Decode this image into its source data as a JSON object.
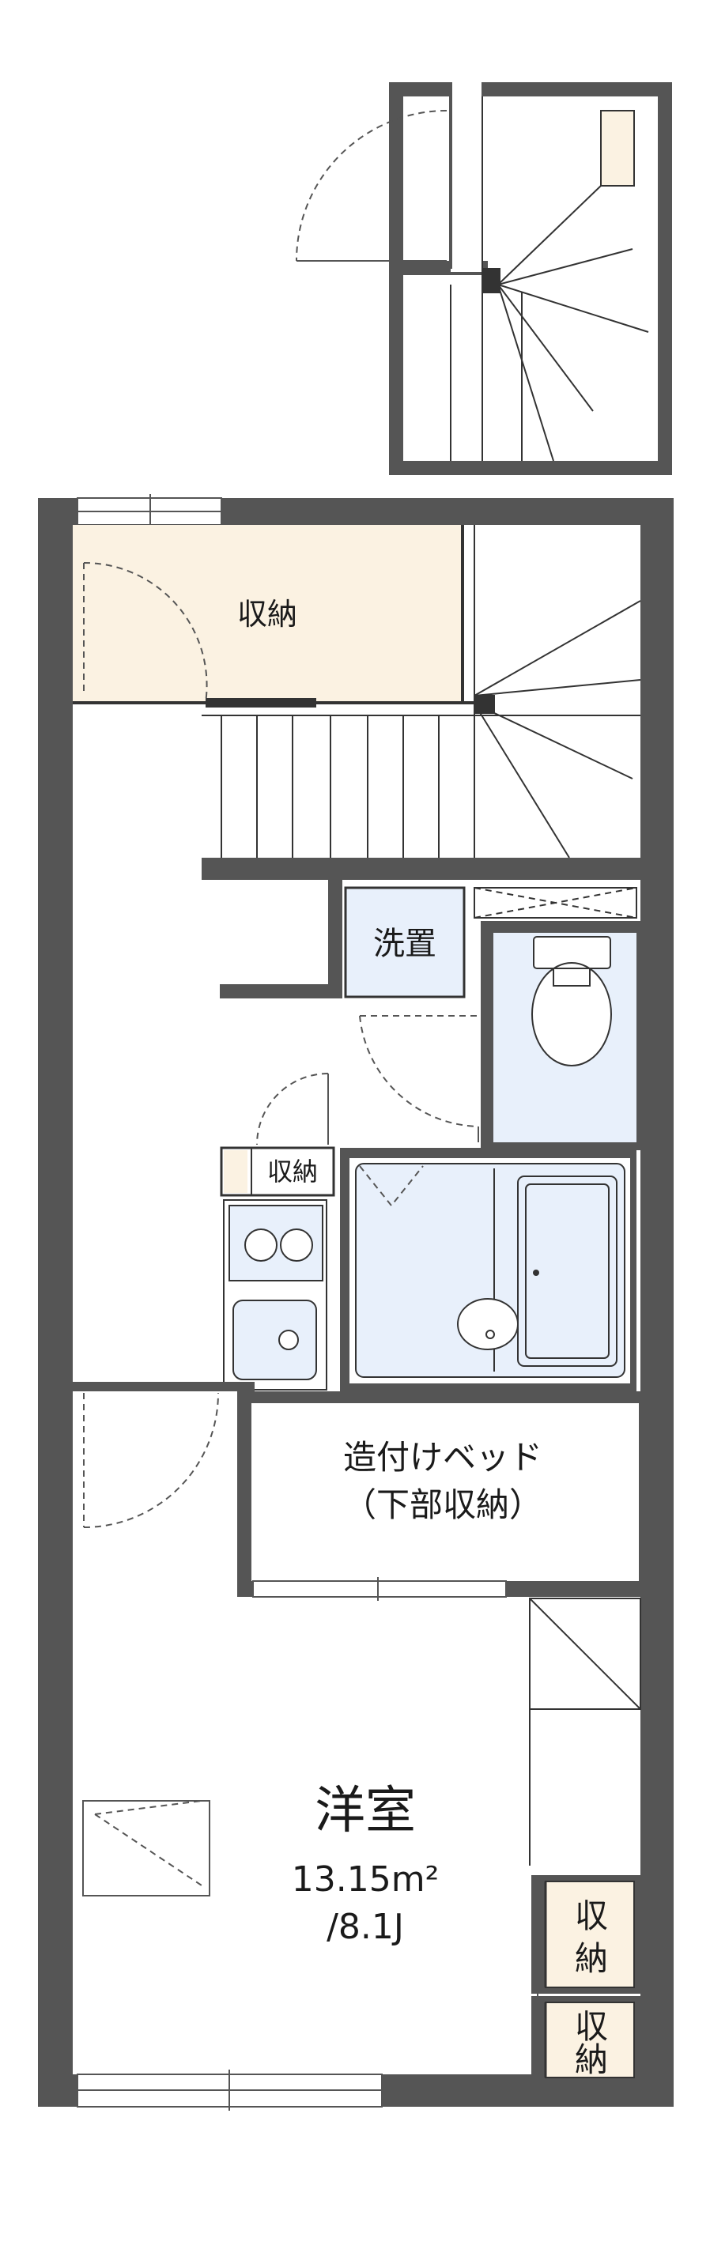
{
  "rooms": {
    "storage_top": "収納",
    "senmen": "洗置",
    "storage_small": "収納",
    "bed": {
      "line1": "造付けベッド",
      "line2": "（下部収納）"
    },
    "main": {
      "name": "洋室",
      "area": "13.15m²",
      "size": "/8.1J"
    },
    "closet_a": {
      "line1": "収",
      "line2": "納"
    },
    "closet_b": {
      "line1": "収",
      "line2": "納"
    }
  },
  "colors": {
    "wall": "#555555",
    "storage_fill": "#fbf2e2",
    "wet_fill": "#e8f0fb",
    "line": "#333333"
  }
}
